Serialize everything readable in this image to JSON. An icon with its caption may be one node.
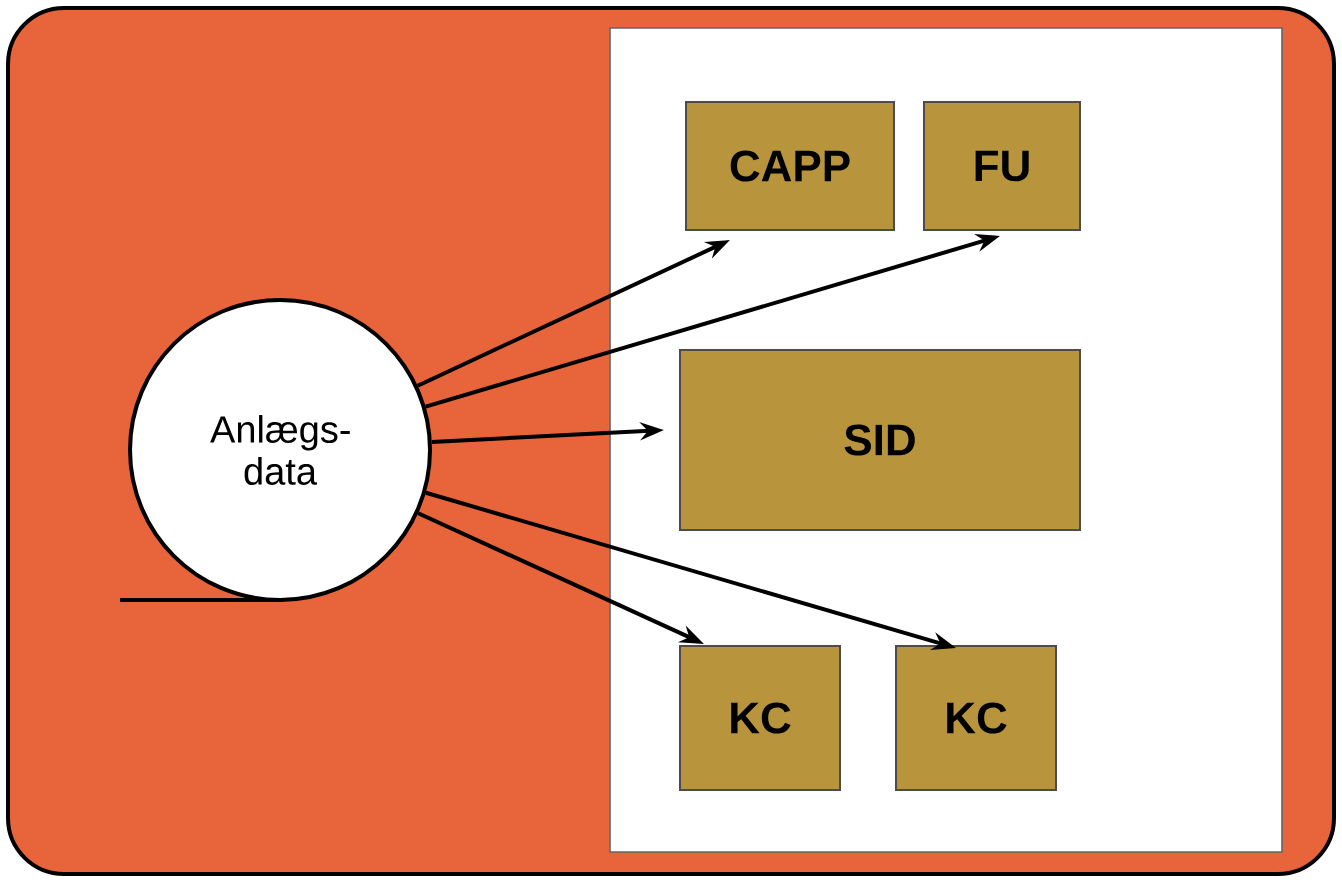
{
  "diagram": {
    "nodes": [
      {
        "text": [
          "Anlægs- data"
        ]
      },
      {
        "text": [
          "CAPP"
        ]
      },
      {
        "text": [
          "FU"
        ]
      },
      {
        "text": [
          "SID"
        ]
      },
      {
        "text": [
          "KC"
        ]
      },
      {
        "text": [
          "KC"
        ]
      }
    ],
    "edges": [
      {
        "from": 0,
        "to": 1,
        "arrow": "to"
      },
      {
        "from": 0,
        "to": 2,
        "arrow": "to"
      },
      {
        "from": 0,
        "to": 3,
        "arrow": "to"
      },
      {
        "from": 0,
        "to": 4,
        "arrow": "to"
      },
      {
        "from": 0,
        "to": 5,
        "arrow": "to"
      }
    ]
  }
}
